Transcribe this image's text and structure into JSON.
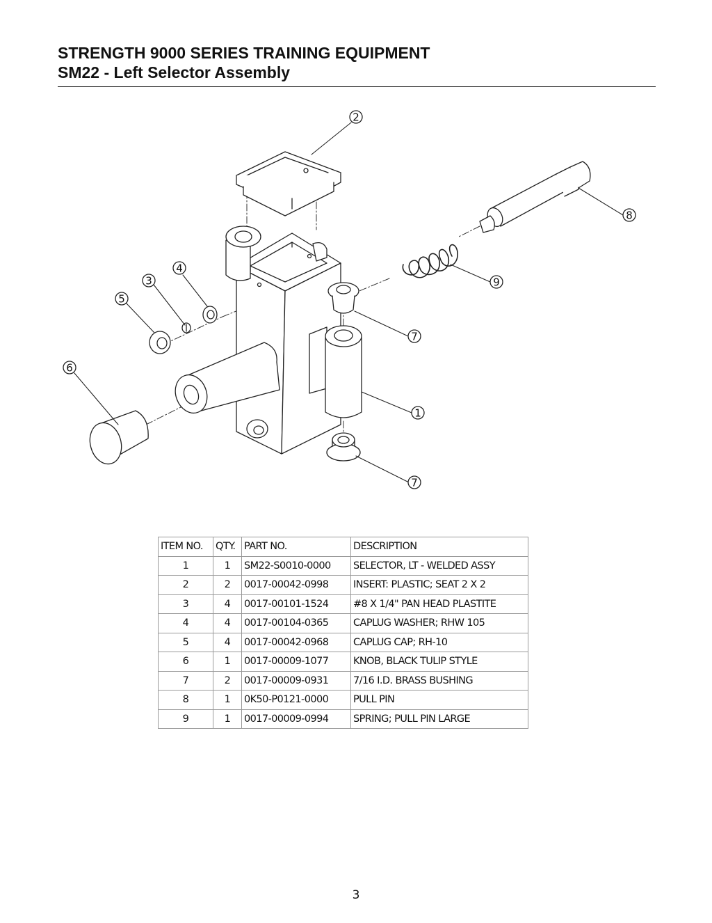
{
  "header": {
    "title": "STRENGTH 9000 SERIES TRAINING EQUIPMENT",
    "subtitle": "SM22 - Left Selector Assembly"
  },
  "diagram": {
    "callouts": [
      "1",
      "2",
      "3",
      "4",
      "5",
      "6",
      "7",
      "7",
      "8",
      "9"
    ]
  },
  "parts_table": {
    "headers": [
      "ITEM NO.",
      "QTY.",
      "PART NO.",
      "DESCRIPTION"
    ],
    "rows": [
      [
        "1",
        "1",
        "SM22-S0010-0000",
        "SELECTOR, LT - WELDED ASSY"
      ],
      [
        "2",
        "2",
        "0017-00042-0998",
        "INSERT: PLASTIC; SEAT 2 X 2"
      ],
      [
        "3",
        "4",
        "0017-00101-1524",
        "#8 X 1/4\" PAN HEAD PLASTITE"
      ],
      [
        "4",
        "4",
        "0017-00104-0365",
        "CAPLUG WASHER; RHW 105"
      ],
      [
        "5",
        "4",
        "0017-00042-0968",
        "CAPLUG CAP; RH-10"
      ],
      [
        "6",
        "1",
        "0017-00009-1077",
        "KNOB, BLACK TULIP STYLE"
      ],
      [
        "7",
        "2",
        "0017-00009-0931",
        "7/16 I.D. BRASS BUSHING"
      ],
      [
        "8",
        "1",
        "0K50-P0121-0000",
        "PULL PIN"
      ],
      [
        "9",
        "1",
        "0017-00009-0994",
        "SPRING; PULL PIN LARGE"
      ]
    ]
  },
  "footer": {
    "page_number": "3"
  }
}
